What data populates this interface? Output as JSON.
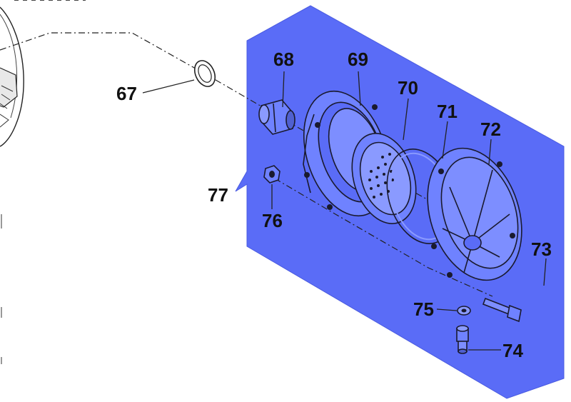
{
  "diagram": {
    "colors": {
      "panel": "#5a6cf7",
      "outline": "#1a1a2e",
      "part_fill": "#6f82ff",
      "line": "#222222"
    },
    "callouts": [
      {
        "id": "67",
        "text": "67"
      },
      {
        "id": "68",
        "text": "68"
      },
      {
        "id": "69",
        "text": "69"
      },
      {
        "id": "70",
        "text": "70"
      },
      {
        "id": "71",
        "text": "71"
      },
      {
        "id": "72",
        "text": "72"
      },
      {
        "id": "73",
        "text": "73"
      },
      {
        "id": "74",
        "text": "74"
      },
      {
        "id": "75",
        "text": "75"
      },
      {
        "id": "76",
        "text": "76"
      },
      {
        "id": "77",
        "text": "77"
      }
    ]
  }
}
